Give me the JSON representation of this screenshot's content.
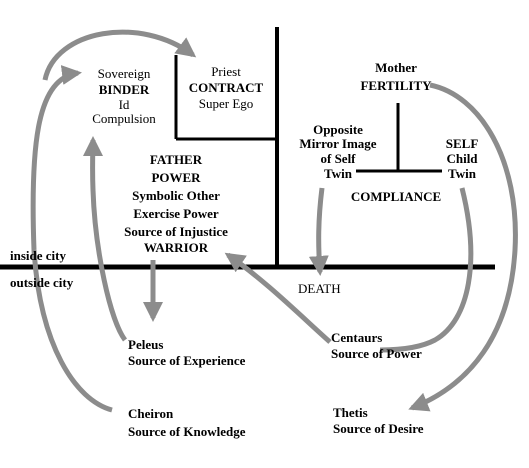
{
  "labels": {
    "sovereign": "Sovereign",
    "binder": "BINDER",
    "id": "Id",
    "compulsion": "Compulsion",
    "priest": "Priest",
    "contract": "CONTRACT",
    "super_ego": "Super Ego",
    "mother": "Mother",
    "fertility": "FERTILITY",
    "opposite": "Opposite",
    "mirror_image": "Mirror Image",
    "of_self": "of Self",
    "twin_left": "Twin",
    "self": "SELF",
    "child": "Child",
    "twin_right": "Twin",
    "compliance": "COMPLIANCE",
    "father": "FATHER",
    "power": "POWER",
    "symbolic_other": "Symbolic Other",
    "exercise_power": "Exercise Power",
    "source_of_injustice": "Source of Injustice",
    "warrior": "WARRIOR",
    "inside_city": "inside city",
    "outside_city": "outside city",
    "death": "DEATH",
    "peleus": "Peleus",
    "source_of_experience": "Source of Experience",
    "centaurs": "Centaurs",
    "source_of_power": "Source of Power",
    "cheiron": "Cheiron",
    "source_of_knowledge": "Source of Knowledge",
    "thetis": "Thetis",
    "source_of_desire": "Source of Desire"
  },
  "colors": {
    "ink": "#000000",
    "arrow": "#8c8c8c"
  }
}
